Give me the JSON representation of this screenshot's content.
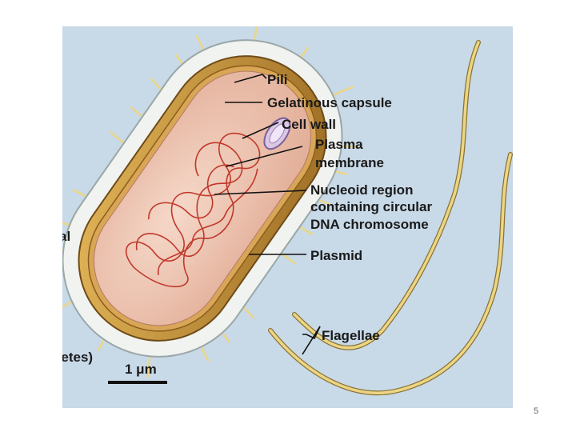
{
  "labels": {
    "pili": "Pili",
    "capsule": "Gelatinous capsule",
    "cell_wall": "Cell wall",
    "plasma_line1": "Plasma",
    "plasma_line2": "membrane",
    "nucleoid_line1": "Nucleoid region",
    "nucleoid_line2": "containing circular",
    "nucleoid_line3": "DNA chromosome",
    "plasmid": "Plasmid",
    "flagellae": "Flagellae"
  },
  "left_fragments": {
    "line1": "al",
    "line2": "hetes)"
  },
  "scale_bar": {
    "label": "1 μm"
  },
  "page_number": "5",
  "colors": {
    "background_panel": "#c8d9e8",
    "capsule": "#f1f3f0",
    "cell_wall": "#c9973a",
    "cytoplasm": "#efc6b2",
    "dna": "#c0392b",
    "pili_flagella": "#ead27a",
    "plasmid": "#b49cc8"
  }
}
